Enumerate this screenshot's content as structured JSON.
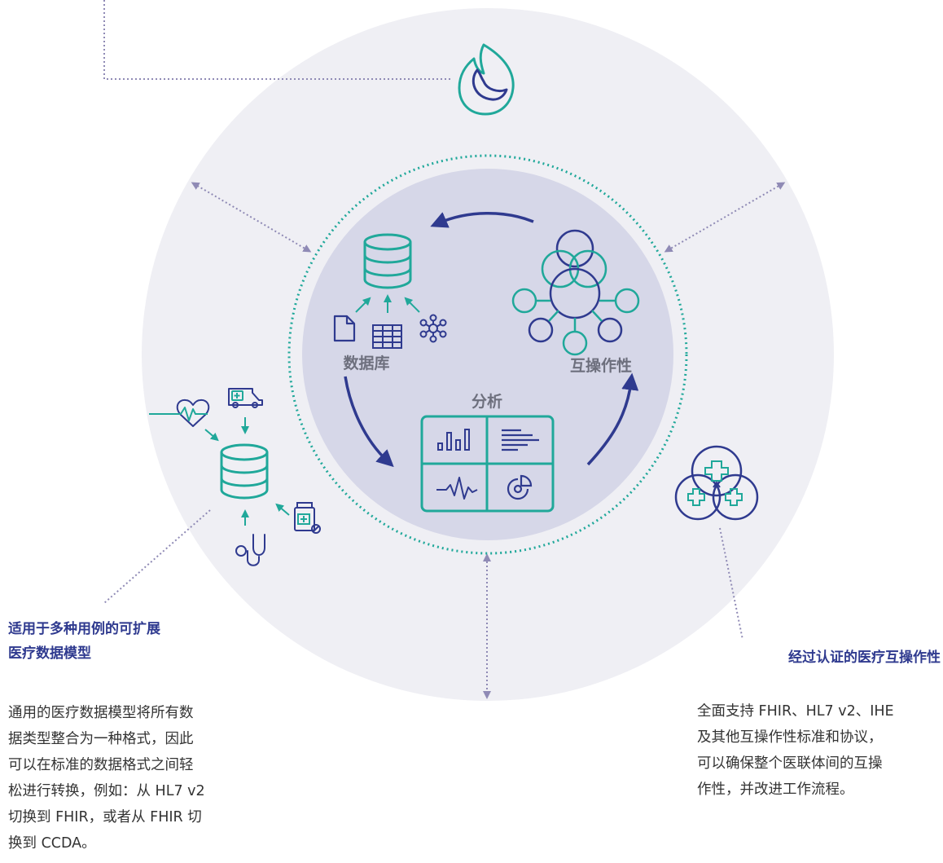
{
  "colors": {
    "outer_circle": "#efeff4",
    "inner_circle": "#d6d7e8",
    "teal": "#20a89a",
    "navy": "#2f3a8f",
    "dot_line": "#8f8ab5"
  },
  "center_labels": {
    "database": "数据库",
    "interoperability": "互操作性",
    "analytics": "分析"
  },
  "left_callout": {
    "title_lines": [
      "适用于多种用例的可扩展",
      "医疗数据模型"
    ],
    "body_lines": [
      "通用的医疗数据模型将所有数",
      "据类型整合为一种格式，因此",
      "可以在标准的数据格式之间轻",
      "松进行转换，例如：从 HL7 v2",
      "切换到 FHIR，或者从 FHIR 切",
      "换到 CCDA。"
    ]
  },
  "right_callout": {
    "title": "经过认证的医疗互操作性",
    "body_lines": [
      "全面支持 FHIR、HL7 v2、IHE",
      "及其他互操作性标准和协议，",
      "可以确保整个医联体间的互操",
      "作性，并改进工作流程。"
    ]
  },
  "icons": [
    "flame-moon-icon",
    "database-icon",
    "document-icon",
    "table-grid-icon",
    "network-node-icon",
    "venn-network-icon",
    "bar-chart-icon",
    "text-lines-icon",
    "heartbeat-wave-icon",
    "pie-chart-icon",
    "heart-monitor-icon",
    "ambulance-icon",
    "database-icon",
    "medicine-bottle-icon",
    "stethoscope-icon",
    "medical-cross-venn-icon"
  ]
}
